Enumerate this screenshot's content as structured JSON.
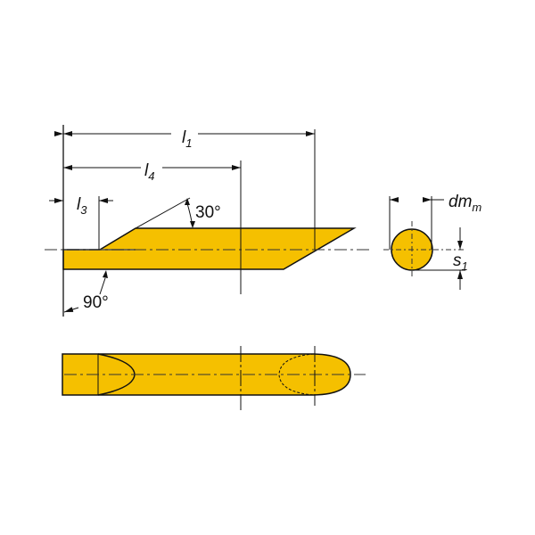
{
  "colors": {
    "fill": "#F5C000",
    "line": "#111111",
    "background": "#FFFFFF"
  },
  "dimensions": {
    "l1": {
      "main": "l",
      "sub": "1"
    },
    "l4": {
      "main": "l",
      "sub": "4"
    },
    "l3": {
      "main": "l",
      "sub": "3"
    },
    "dmm": {
      "main": "dm",
      "sub": "m"
    },
    "s1": {
      "main": "s",
      "sub": "1"
    }
  },
  "angles": {
    "top": "30°",
    "bottom": "90°"
  },
  "views": [
    "side-view",
    "end-view",
    "top-view"
  ]
}
